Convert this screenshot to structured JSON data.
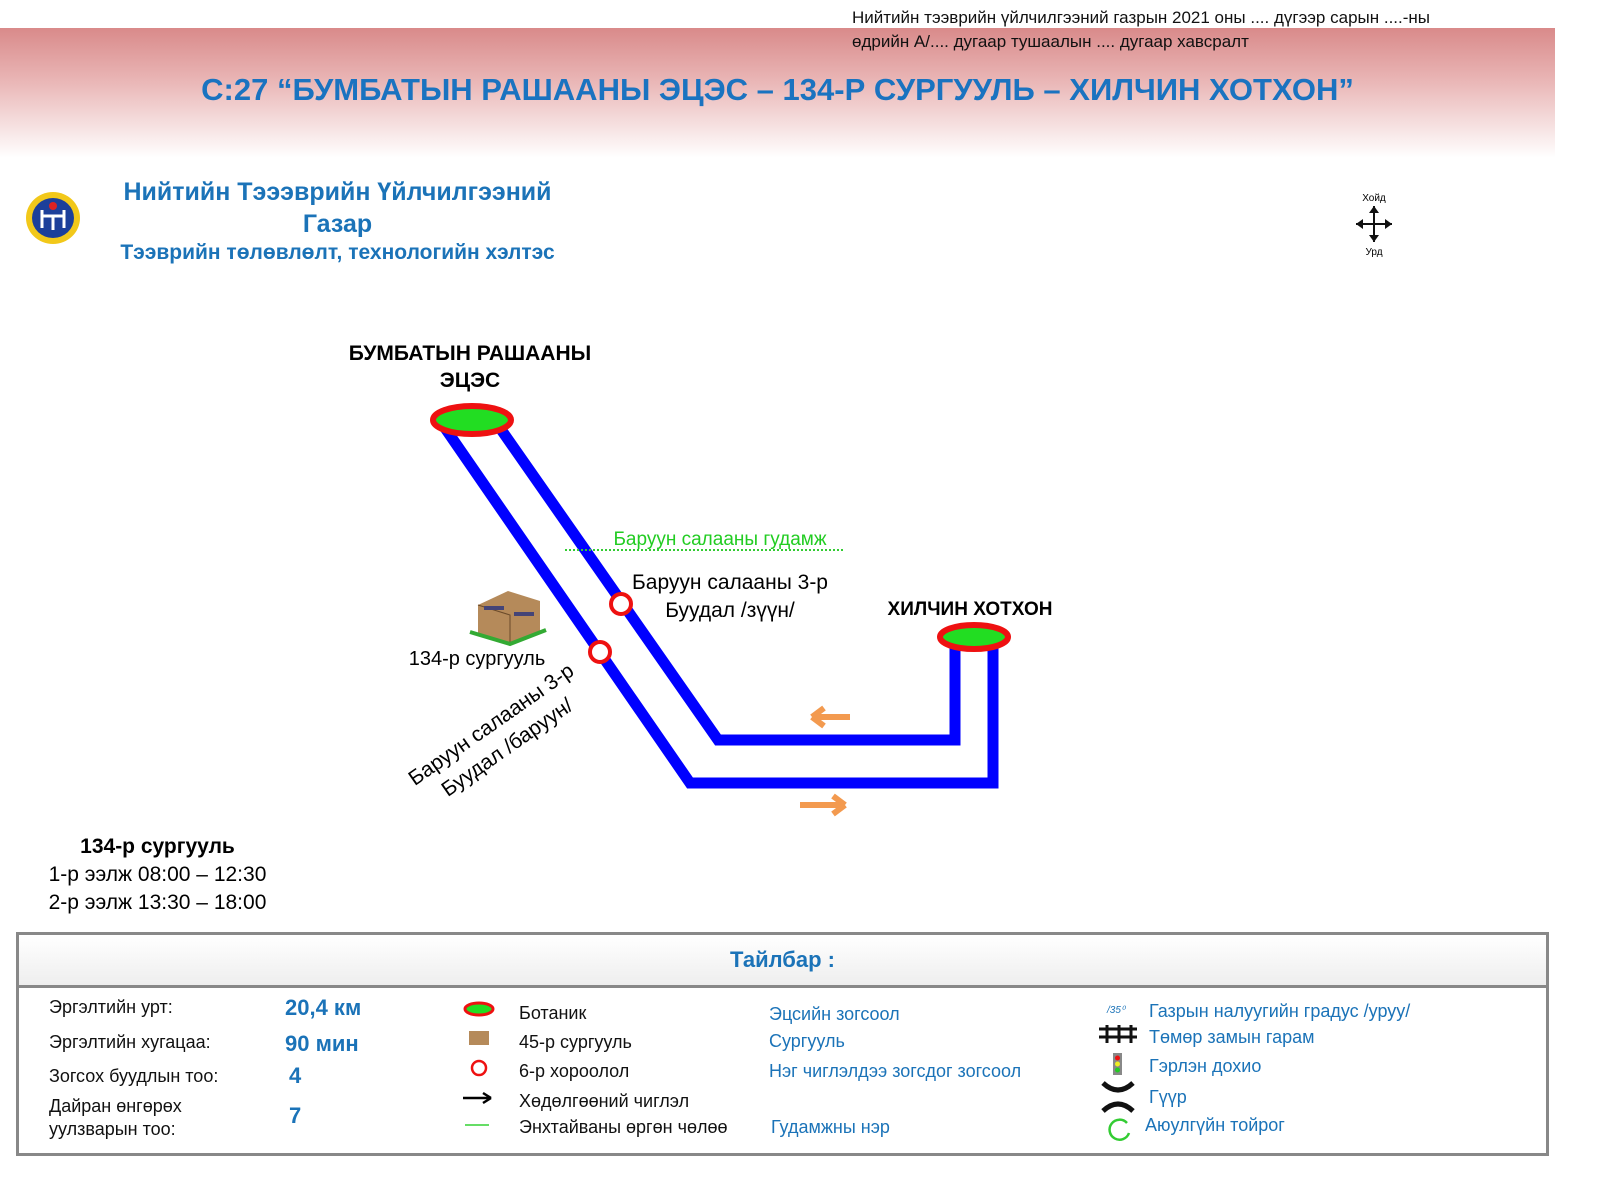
{
  "header": {
    "note_line1": "Нийтийн тээврийн үйлчилгээний газрын 2021 оны .... дүгээр  сарын ....-ны",
    "note_line2": "өдрийн А/.... дугаар тушаалын .... дугаар хавсралт",
    "title": "С:27 “БУМБАТЫН РАШААНЫ ЭЦЭС – 134-Р СУРГУУЛЬ – ХИЛЧИН ХОТХОН”"
  },
  "org": {
    "name_line1": "Нийтийн Тэээврийн Үйлчилгээний",
    "name_line2": "Газар",
    "department": "Тээврийн төлөвлөлт, технологийн хэлтэс"
  },
  "compass": {
    "north": "Хойд",
    "south": "Урд"
  },
  "map": {
    "terminal_a": "БУМБАТЫН РАШААНЫ ЭЦЭС",
    "terminal_b": "ХИЛЧИН ХОТХОН",
    "street": "Баруун салааны гудамж",
    "stop_east_1": "Баруун салааны 3-р",
    "stop_east_2": "Буудал /зүүн/",
    "stop_west_1": "Баруун салааны 3-р",
    "stop_west_2": "Буудал /баруун/",
    "school": "134-р сургууль",
    "route_color": "#0000ff"
  },
  "school_info": {
    "name": "134-р сургууль",
    "shift1": "1-р ээлж 08:00 – 12:30",
    "shift2": "2-р ээлж 13:30 – 18:00"
  },
  "legend": {
    "title": "Тайлбар :",
    "stats": [
      {
        "label": "Эргэлтийн урт:",
        "value": "20,4 км"
      },
      {
        "label": "Эргэлтийн хугацаа:",
        "value": "90 мин"
      },
      {
        "label": "Зогсох буудлын тоо:",
        "value": "4"
      },
      {
        "label": "Дайран өнгөрөх\nуулзварын тоо:",
        "value": "7"
      }
    ],
    "symbols": [
      {
        "icon": "terminal-icon",
        "text": "Ботаник",
        "meaning": "Эцсийн зогсоол"
      },
      {
        "icon": "school-icon",
        "text": "45-р сургууль",
        "meaning": "Сургууль"
      },
      {
        "icon": "stop-icon",
        "text": "6-р хороолол",
        "meaning": "Нэг чиглэлдээ зогсдог зогсоол"
      },
      {
        "icon": "arrow-icon",
        "text": "Хөдөлгөөний чиглэл",
        "meaning": ""
      },
      {
        "icon": "street-line-icon",
        "text": "Энхтайваны өргөн чөлөө",
        "meaning": "Гудамжны нэр"
      }
    ],
    "extras": [
      {
        "icon": "slope-icon",
        "symbol": "/35⁰",
        "text": "Газрын налуугийн градус /уруу/"
      },
      {
        "icon": "railway-crossing-icon",
        "text": "Төмөр замын гарам"
      },
      {
        "icon": "traffic-light-icon",
        "text": "Гэрлэн дохио"
      },
      {
        "icon": "bridge-icon",
        "text": "Гүүр"
      },
      {
        "icon": "roundabout-icon",
        "text": "Аюулгүйн тойрог"
      }
    ]
  }
}
